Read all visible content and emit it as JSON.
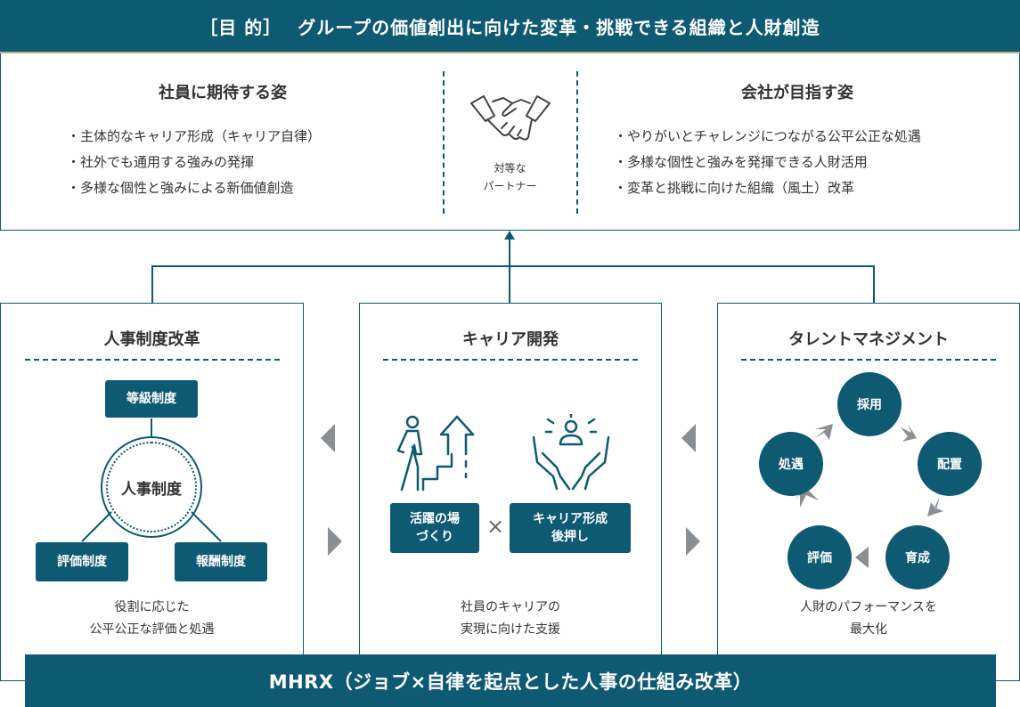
{
  "purpose": {
    "label": "［目 的］",
    "text": "グループの価値創出に向けた変革・挑戦できる組織と人財創造"
  },
  "left_column": {
    "title": "社員に期待する姿",
    "bullets": [
      "・主体的なキャリア形成（キャリア自律）",
      "・社外でも通用する強みの発揮",
      "・多様な個性と強みによる新価値創造"
    ]
  },
  "middle": {
    "line1": "対等な",
    "line2": "パートナー",
    "icon": "handshake-icon"
  },
  "right_column": {
    "title": "会社が目指す姿",
    "bullets": [
      "・やりがいとチャレンジにつながる公平公正な処遇",
      "・多様な個性と強みを発揮できる人財活用",
      "・変革と挑戦に向けた組織（風土）改革"
    ]
  },
  "hr_system": {
    "title": "人事制度改革",
    "grade": "等級制度",
    "center": "人事制度",
    "evaluation": "評価制度",
    "compensation": "報酬制度",
    "caption_line1": "役割に応じた",
    "caption_line2": "公平公正な評価と処遇"
  },
  "career": {
    "title": "キャリア開発",
    "box_left_line1": "活躍の場",
    "box_left_line2": "づくり",
    "times": "×",
    "box_right_line1": "キャリア形成",
    "box_right_line2": "後押し",
    "caption_line1": "社員のキャリアの",
    "caption_line2": "実現に向けた支援",
    "icons": [
      "climbing-stairs-icon",
      "supporting-hands-icon"
    ]
  },
  "talent": {
    "title": "タレントマネジメント",
    "cycle": [
      "採用",
      "配置",
      "育成",
      "評価",
      "処遇"
    ],
    "caption_line1": "人財のパフォーマンスを",
    "caption_line2": "最大化"
  },
  "footer": {
    "text": "MHRX（ジョブ×自律を起点とした人事の仕組み改革）"
  },
  "colors": {
    "primary": "#0f5a73",
    "arrow_gray": "#8a8f94",
    "accent_line": "#b8b089"
  }
}
